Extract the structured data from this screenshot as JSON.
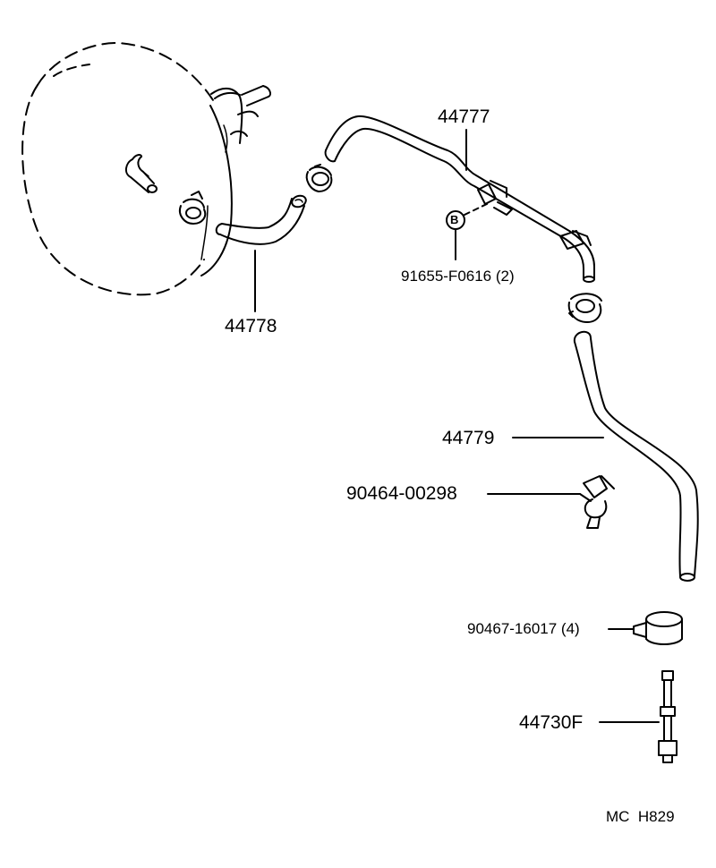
{
  "parts": {
    "p44777": "44777",
    "p44778": "44778",
    "p44779": "44779",
    "p90464": "90464-00298",
    "p91655": "91655-F0616 (2)",
    "p90467": "90467-16017 (4)",
    "p44730F": "44730F"
  },
  "callout_letter": "B",
  "footer_code": "MC  H829"
}
